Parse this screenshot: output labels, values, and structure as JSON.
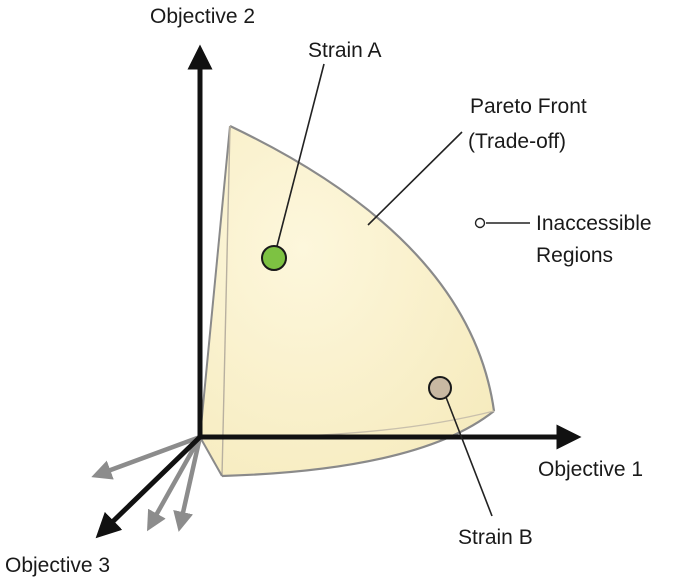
{
  "axes": {
    "objective_1": "Objective 1",
    "objective_2": "Objective 2",
    "objective_3": "Objective 3"
  },
  "pareto_front": {
    "line1": "Pareto Front",
    "line2": "(Trade-off)"
  },
  "inaccessible": {
    "line1": "Inaccessible",
    "line2": "Regions"
  },
  "strains": {
    "a": {
      "label": "Strain A",
      "color": "#7dc242"
    },
    "b": {
      "label": "Strain B",
      "color": "#c8b8a2"
    }
  },
  "colors": {
    "surface_fill": "#fbf3d0",
    "surface_edge": "#8a8a8a",
    "axis": "#111111",
    "secondary_arrows": "#8c8c8c"
  }
}
